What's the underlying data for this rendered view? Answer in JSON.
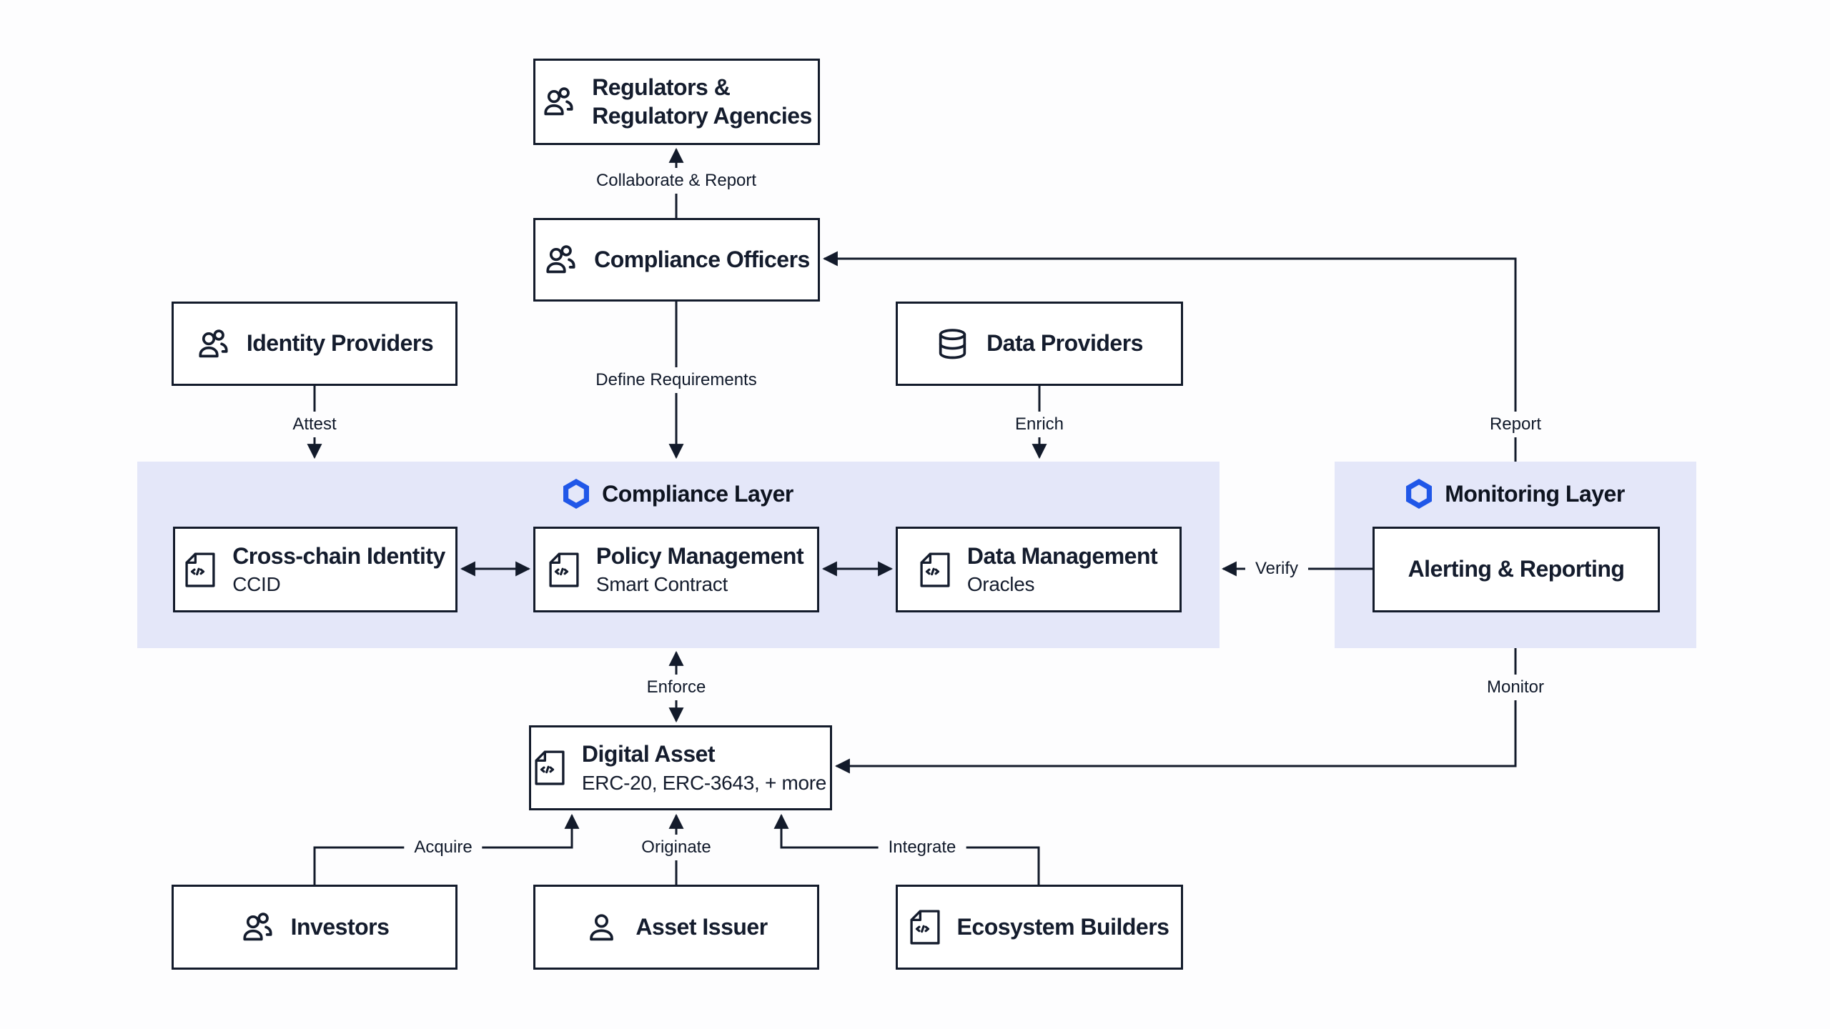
{
  "colors": {
    "background": "#FDFDFE",
    "band": "#E4E7F9",
    "line": "#131B2B",
    "text": "#141C2D",
    "accent_blue": "#2057E8",
    "box_bg": "#FFFFFF"
  },
  "layers": {
    "compliance": {
      "title": "Compliance Layer",
      "icon": "hexagon-logo-icon"
    },
    "monitoring": {
      "title": "Monitoring Layer",
      "icon": "hexagon-logo-icon"
    }
  },
  "nodes": {
    "regulators": {
      "line1": "Regulators &",
      "line2": "Regulatory Agencies",
      "icon": "users-icon"
    },
    "compliance_officers": {
      "title": "Compliance Officers",
      "icon": "users-icon"
    },
    "identity_providers": {
      "title": "Identity Providers",
      "icon": "users-icon"
    },
    "data_providers": {
      "title": "Data Providers",
      "icon": "database-icon"
    },
    "cross_chain_identity": {
      "title": "Cross-chain Identity",
      "subtitle": "CCID",
      "icon": "file-code-icon"
    },
    "policy_management": {
      "title": "Policy Management",
      "subtitle": "Smart Contract",
      "icon": "file-code-icon"
    },
    "data_management": {
      "title": "Data Management",
      "subtitle": "Oracles",
      "icon": "file-code-icon"
    },
    "alerting_reporting": {
      "title": "Alerting & Reporting"
    },
    "digital_asset": {
      "title": "Digital Asset",
      "subtitle": "ERC-20, ERC-3643, + more",
      "icon": "file-code-icon"
    },
    "investors": {
      "title": "Investors",
      "icon": "users-icon"
    },
    "asset_issuer": {
      "title": "Asset Issuer",
      "icon": "user-icon"
    },
    "ecosystem_builders": {
      "title": "Ecosystem Builders",
      "icon": "file-code-icon"
    }
  },
  "edges": {
    "collaborate_report": {
      "label": "Collaborate & Report"
    },
    "define_requirements": {
      "label": "Define Requirements"
    },
    "attest": {
      "label": "Attest"
    },
    "enrich": {
      "label": "Enrich"
    },
    "report": {
      "label": "Report"
    },
    "verify": {
      "label": "Verify"
    },
    "enforce": {
      "label": "Enforce"
    },
    "monitor": {
      "label": "Monitor"
    },
    "acquire": {
      "label": "Acquire"
    },
    "originate": {
      "label": "Originate"
    },
    "integrate": {
      "label": "Integrate"
    }
  }
}
